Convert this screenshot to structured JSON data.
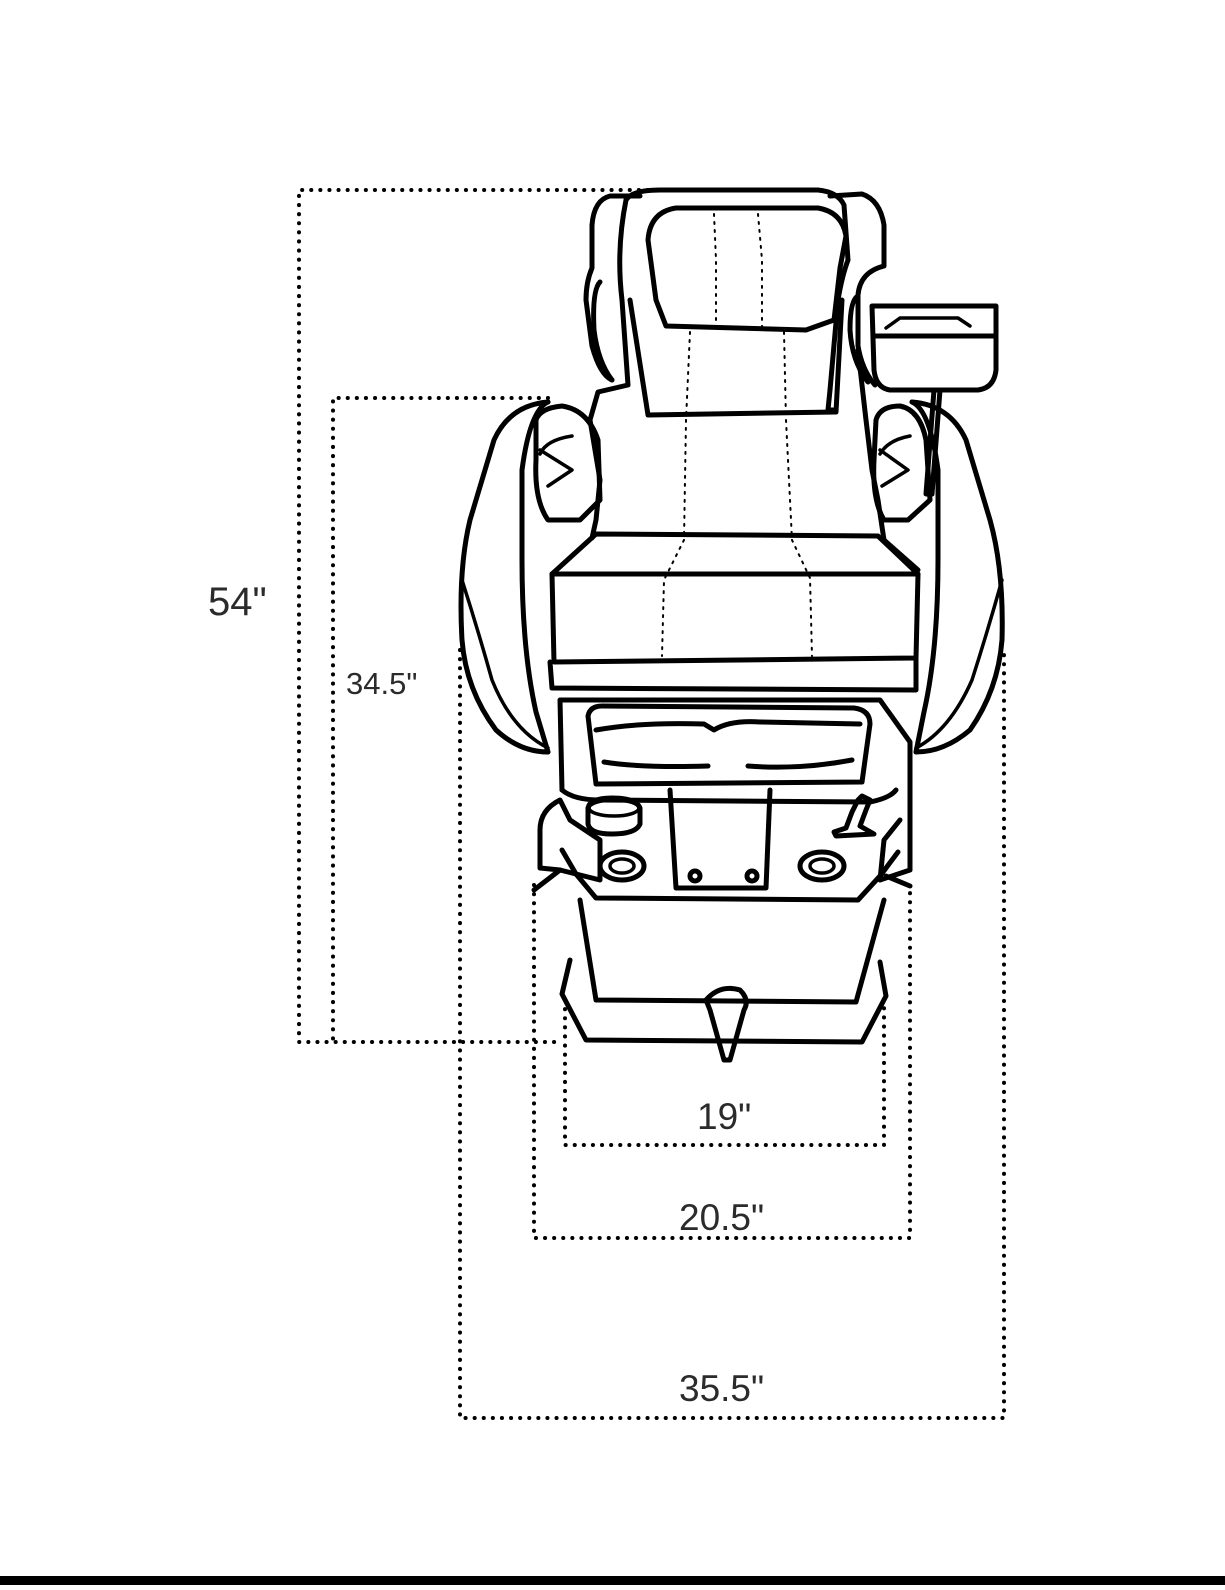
{
  "diagram": {
    "dimensions": [
      {
        "key": "overall_height",
        "label": "54\""
      },
      {
        "key": "seat_height",
        "label": "34.5\""
      },
      {
        "key": "basin_inner_width",
        "label": "19\""
      },
      {
        "key": "basin_outer_width",
        "label": "20.5\""
      },
      {
        "key": "overall_width",
        "label": "35.5\""
      }
    ]
  },
  "colors": {
    "line": "#000000",
    "text": "#2b2b2b",
    "background": "#ffffff"
  }
}
